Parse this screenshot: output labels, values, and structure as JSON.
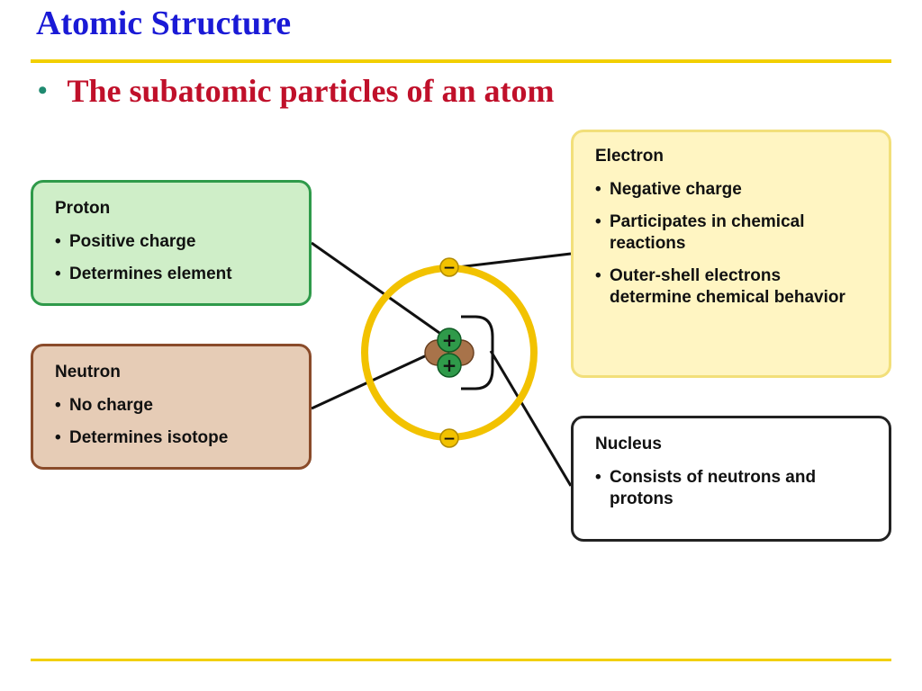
{
  "slide": {
    "title": "Atomic Structure",
    "bullet": "The subatomic particles of an atom"
  },
  "boxes": {
    "proton": {
      "title": "Proton",
      "items": [
        "Positive charge",
        "Determines element"
      ]
    },
    "neutron": {
      "title": "Neutron",
      "items": [
        "No charge",
        "Determines isotope"
      ]
    },
    "electron": {
      "title": "Electron",
      "items": [
        "Negative charge",
        "Participates in chemical reactions",
        "Outer-shell electrons determine chemical behavior"
      ]
    },
    "nucleus": {
      "title": "Nucleus",
      "items": [
        "Consists of neutrons and protons"
      ]
    }
  },
  "symbols": {
    "bullet": "•",
    "plus": "+",
    "minus": "−"
  },
  "colors": {
    "title": "#1a1ad6",
    "bullet_text": "#c0102a",
    "rule": "#f2cf00",
    "orbit": "#f2c200",
    "proton": "#2f9a4a",
    "neutron": "#a8734a",
    "electron": "#f2c200"
  }
}
